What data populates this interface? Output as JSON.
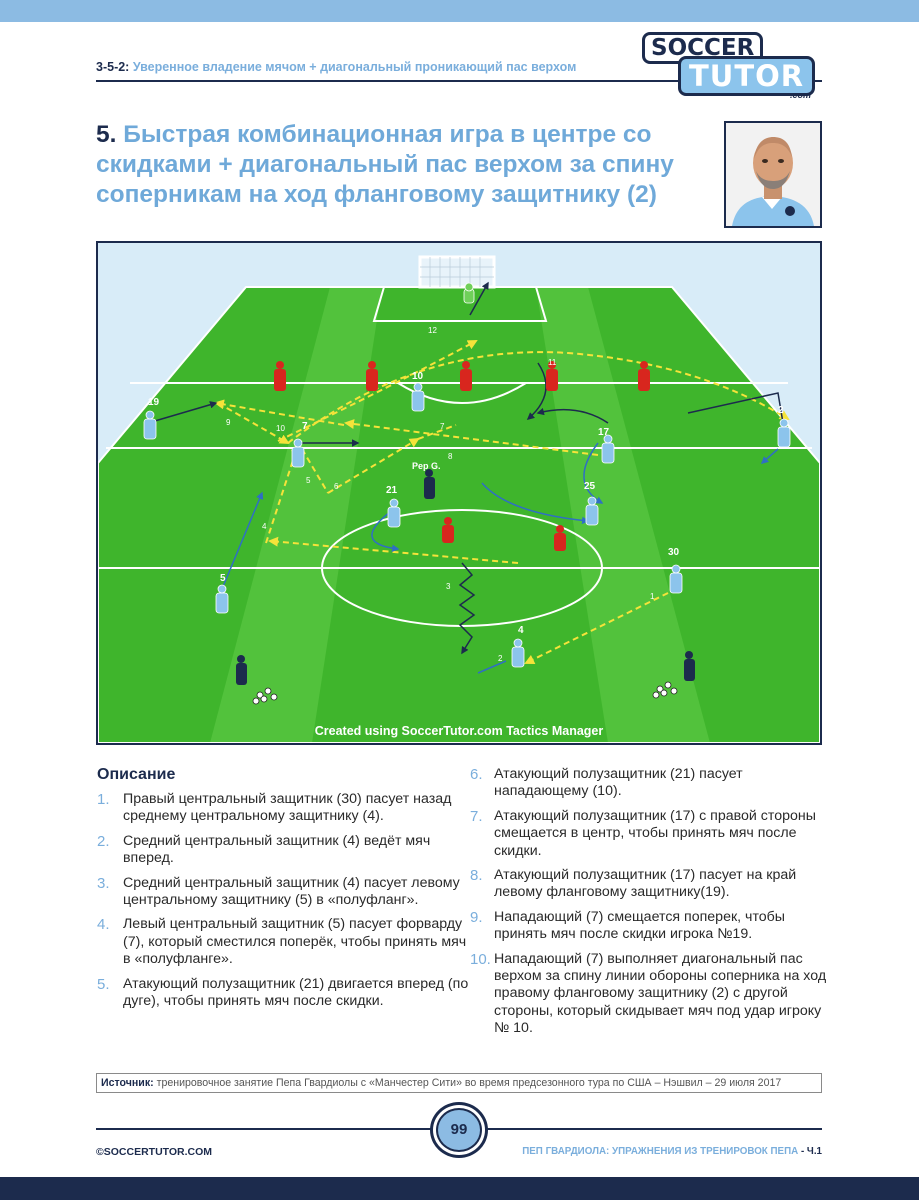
{
  "header": {
    "code": "3-5-2:",
    "subtitle": "Уверенное владение мячом + диагональный проникающий пас верхом"
  },
  "logo": {
    "word1": "SOCCER",
    "word2": "TUTOR",
    "suffix": ".com"
  },
  "title": {
    "number": "5.",
    "text": "Быстрая комбинационная игра в центре со скидками + диагональный пас верхом за спину соперникам на ход фланговому защитнику (2)"
  },
  "diagram": {
    "credit": "Created using SoccerTutor.com Tactics Manager",
    "coach_label": "Pep G.",
    "player_labels": [
      "19",
      "7",
      "10",
      "17",
      "2",
      "21",
      "25",
      "30",
      "5",
      "4"
    ],
    "pass_labels": [
      "1",
      "2",
      "3",
      "4",
      "5",
      "6",
      "7",
      "8",
      "9",
      "10",
      "11",
      "12"
    ]
  },
  "description": {
    "heading": "Описание",
    "steps": [
      {
        "n": "1.",
        "text": "Правый центральный защитник (30) пасует назад среднему центральному защитнику (4)."
      },
      {
        "n": "2.",
        "text": "Средний центральный защитник (4) ведёт мяч вперед."
      },
      {
        "n": "3.",
        "text": "Средний центральный защитник (4) пасует левому центральному защитнику (5) в «полуфланг»."
      },
      {
        "n": "4.",
        "text": "Левый центральный защитник (5) пасует форварду (7), который сместился поперёк, чтобы принять мяч в «полуфланге»."
      },
      {
        "n": "5.",
        "text": "Атакующий полузащитник (21) двигается вперед (по дуге), чтобы принять мяч после скидки."
      },
      {
        "n": "6.",
        "text": "Атакующий полузащитник (21) пасует нападающему (10)."
      },
      {
        "n": "7.",
        "text": "Атакующий полузащитник (17) с правой стороны смещается в центр, чтобы принять мяч после скидки."
      },
      {
        "n": "8.",
        "text": "Атакующий полузащитник (17) пасует на край левому фланговому защитнику(19)."
      },
      {
        "n": "9.",
        "text": "Нападающий (7) смещается поперек, чтобы принять мяч после скидки игрока №19."
      },
      {
        "n": "10.",
        "text": "Нападающий (7) выполняет диагональный пас верхом за спину линии обороны соперника на ход правому фланговому защитнику (2) с другой стороны, который скидывает мяч под удар игроку № 10."
      }
    ]
  },
  "source": {
    "label": "Источник:",
    "text": "тренировочное занятие Пепа Гвардиолы с «Манчестер Сити» во время предсезонного тура по США – Нэшвил – 29 июля 2017"
  },
  "footer": {
    "page": "99",
    "left": "©SOCCERTUTOR.COM",
    "right": "ПЕП ГВАРДИОЛА: УПРАЖНЕНИЯ ИЗ ТРЕНИРОВОК ПЕПА",
    "chapter": "- Ч.1"
  },
  "colors": {
    "navy": "#1c2b4d",
    "sky": "#7aaedc",
    "pitch": "#3fb52c",
    "home_team": "#8cc4ec",
    "opponent": "#d8261e",
    "pass_arrow": "#f5e33a"
  }
}
